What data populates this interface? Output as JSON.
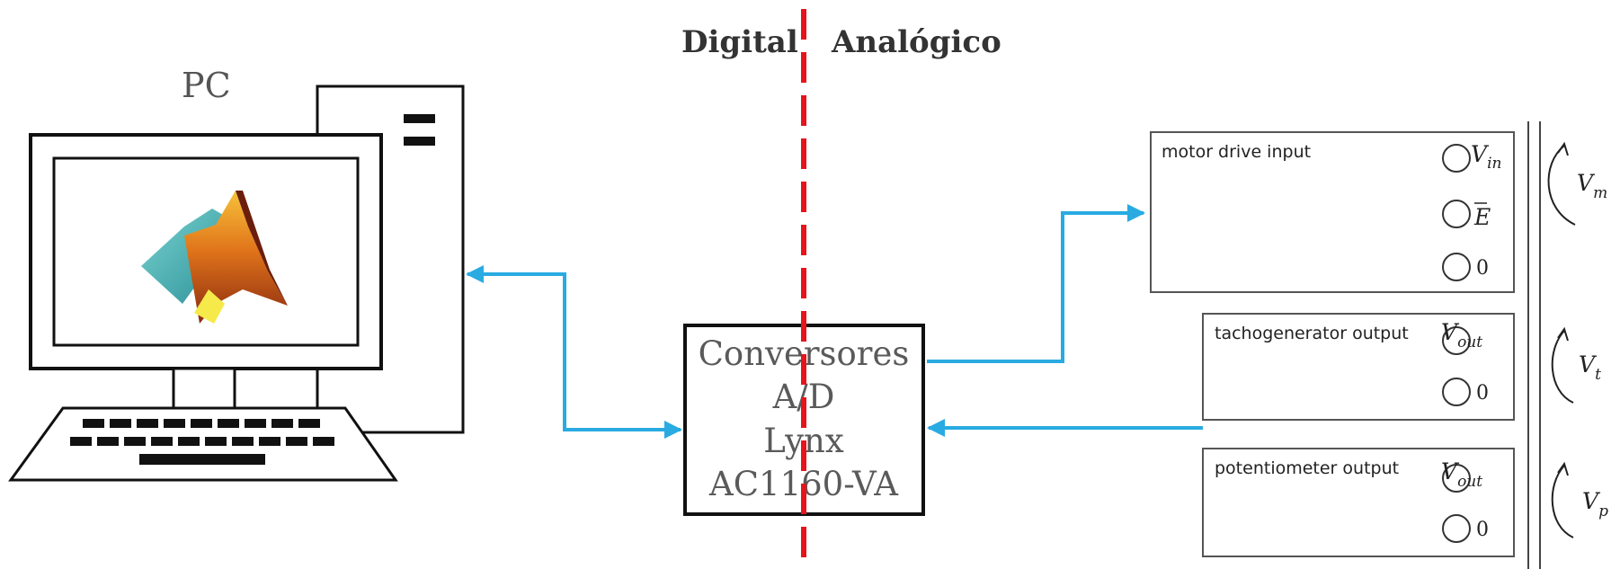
{
  "labels": {
    "digital": "Digital",
    "analog": "Analógico",
    "pc": "PC"
  },
  "converter": {
    "line1": "Conversores",
    "line2": "A/D",
    "line3": "Lynx",
    "line4": "AC1160-VA"
  },
  "panels": [
    {
      "title": "motor drive input",
      "terminals": [
        {
          "main": "V",
          "sub": "in"
        },
        {
          "main": "E",
          "sub": ""
        },
        {
          "main": "0",
          "sub": ""
        }
      ],
      "voltage": {
        "main": "V",
        "sub": "m"
      }
    },
    {
      "title": "tachogenerator output",
      "terminals": [
        {
          "main": "V",
          "sub": "out"
        },
        {
          "main": "0",
          "sub": ""
        }
      ],
      "voltage": {
        "main": "V",
        "sub": "t"
      }
    },
    {
      "title": "potentiometer output",
      "terminals": [
        {
          "main": "V",
          "sub": "out"
        },
        {
          "main": "0",
          "sub": ""
        }
      ],
      "voltage": {
        "main": "V",
        "sub": "p"
      }
    }
  ],
  "colors": {
    "arrow": "#29abe2",
    "divider": "#e8141b",
    "outline": "#111111"
  },
  "icons": {
    "computer": "desktop-computer-icon",
    "screen_logo": "surface-plot-logo-icon"
  }
}
